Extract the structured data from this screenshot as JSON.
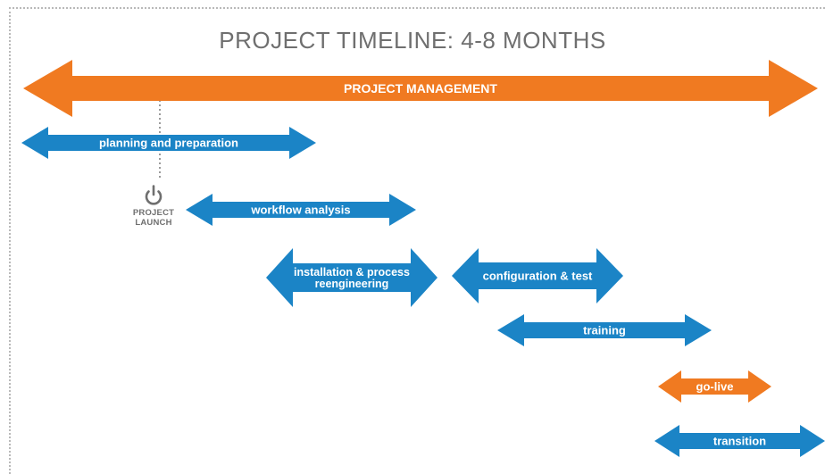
{
  "title": "PROJECT TIMELINE: 4-8 MONTHS",
  "colors": {
    "orange": "#f07a21",
    "blue": "#1b84c6",
    "gray": "#6f6f6f"
  },
  "launch": {
    "icon": "power-icon",
    "label_line1": "PROJECT",
    "label_line2": "LAUNCH"
  },
  "phases": [
    {
      "name": "project-management",
      "label": "PROJECT MANAGEMENT",
      "color": "orange"
    },
    {
      "name": "planning-and-preparation",
      "label": "planning and preparation",
      "color": "blue"
    },
    {
      "name": "workflow-analysis",
      "label": "workflow analysis",
      "color": "blue"
    },
    {
      "name": "installation-and-process-reengineering",
      "label": "installation & process reengineering",
      "label_lines": [
        "installation & process",
        "reengineering"
      ],
      "color": "blue"
    },
    {
      "name": "configuration-and-test",
      "label": "configuration & test",
      "color": "blue"
    },
    {
      "name": "training",
      "label": "training",
      "color": "blue"
    },
    {
      "name": "go-live",
      "label": "go-live",
      "color": "orange"
    },
    {
      "name": "transition",
      "label": "transition",
      "color": "blue"
    }
  ]
}
